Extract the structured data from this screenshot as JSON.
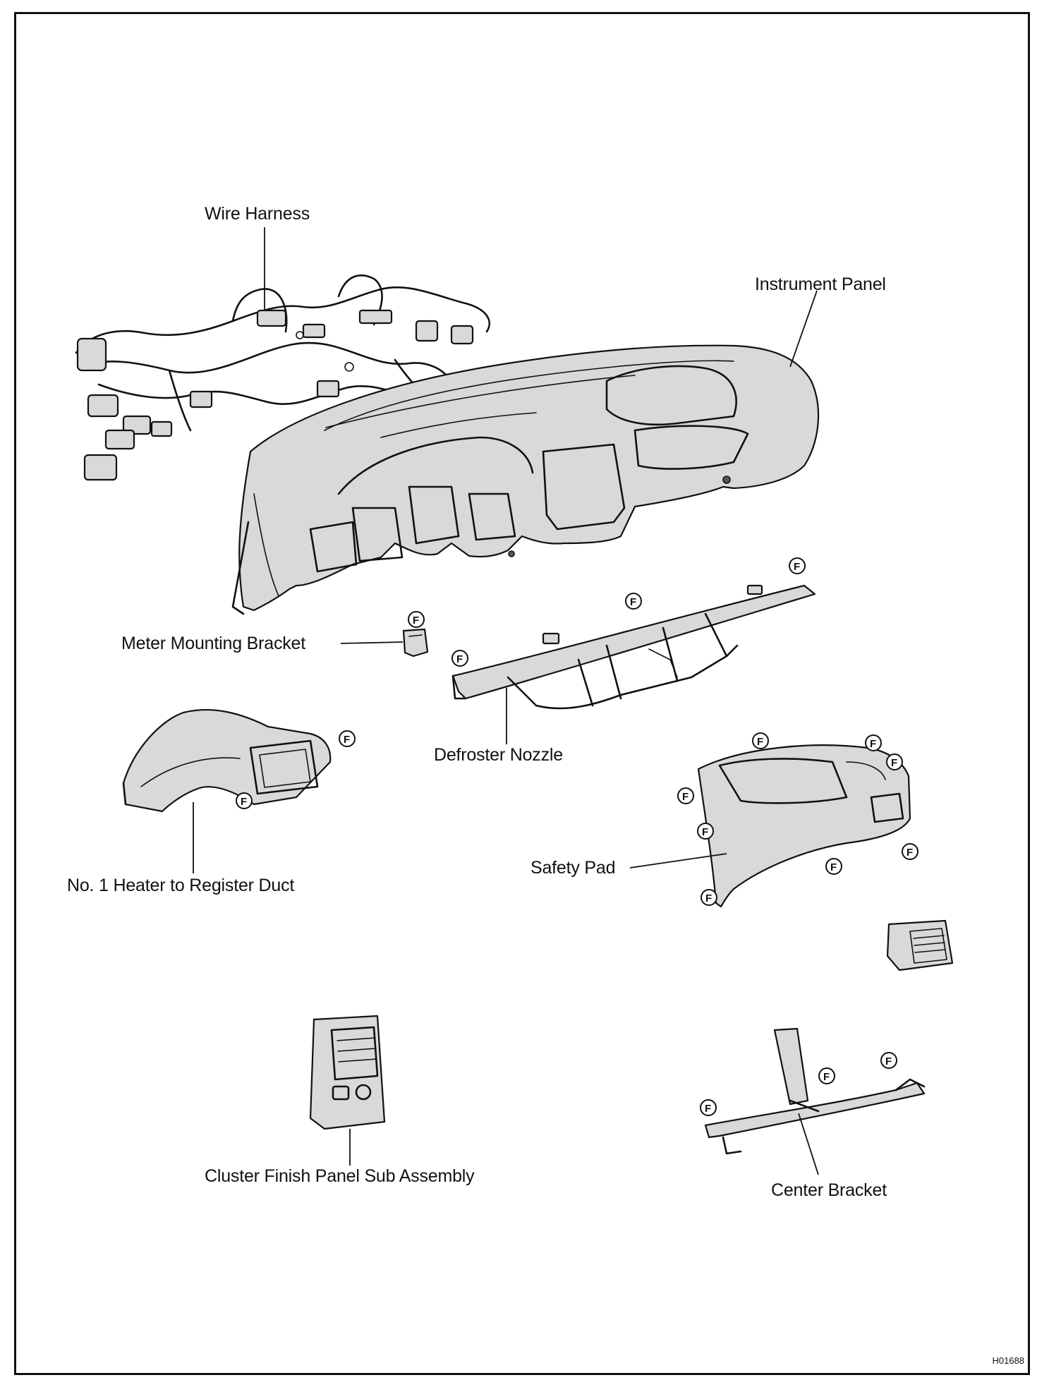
{
  "labels": {
    "wire_harness": "Wire Harness",
    "instrument_panel": "Instrument Panel",
    "meter_mounting_bracket": "Meter Mounting Bracket",
    "defroster_nozzle": "Defroster Nozzle",
    "heater_duct": "No. 1 Heater to Register Duct",
    "safety_pad": "Safety Pad",
    "cluster_finish_panel": "Cluster Finish Panel Sub Assembly",
    "center_bracket": "Center Bracket"
  },
  "fastener_symbol": "F",
  "figure_code": "H01688"
}
